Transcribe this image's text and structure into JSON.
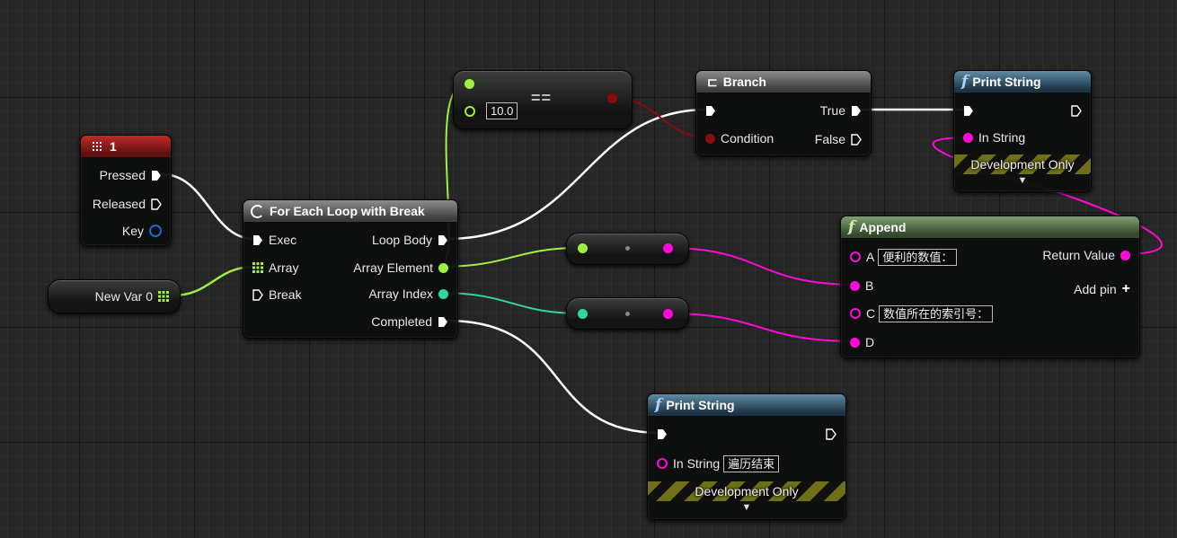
{
  "key_event": {
    "title": "1",
    "pressed": "Pressed",
    "released": "Released",
    "key": "Key"
  },
  "variable": {
    "label": "New Var 0"
  },
  "foreach": {
    "title": "For Each Loop with Break",
    "exec": "Exec",
    "array": "Array",
    "break": "Break",
    "loop_body": "Loop Body",
    "array_element": "Array Element",
    "array_index": "Array Index",
    "completed": "Completed"
  },
  "equals": {
    "value": "10.0",
    "op": "=="
  },
  "branch": {
    "title": "Branch",
    "condition": "Condition",
    "true": "True",
    "false": "False"
  },
  "print_top": {
    "title": "Print String",
    "in_string": "In String",
    "dev_only": "Development Only",
    "expand": "▼"
  },
  "append": {
    "title": "Append",
    "pin_a": "A",
    "pin_a_value": "便利的数值：",
    "pin_b": "B",
    "pin_c": "C",
    "pin_c_value": "数值所在的索引号：",
    "pin_d": "D",
    "return_value": "Return Value",
    "add_pin": "Add pin"
  },
  "print_bottom": {
    "title": "Print String",
    "in_string": "In String",
    "in_string_value": "遍历结束",
    "dev_only": "Development Only",
    "expand": "▼"
  },
  "colors": {
    "exec": "#ffffff",
    "float": "#a0f040",
    "int": "#2fd6a0",
    "string": "#ff0ad8",
    "bool": "#8c0b0b",
    "key_struct": "#1e6ad8",
    "event_header": "#b52222",
    "function_header": "#2d4b5e",
    "pure_header": "#4a6a40"
  },
  "icons": {
    "key_event": "input-key-icon",
    "foreach": "loop-icon",
    "branch": "branch-icon",
    "function": "function-icon",
    "array": "array-grid-icon"
  }
}
